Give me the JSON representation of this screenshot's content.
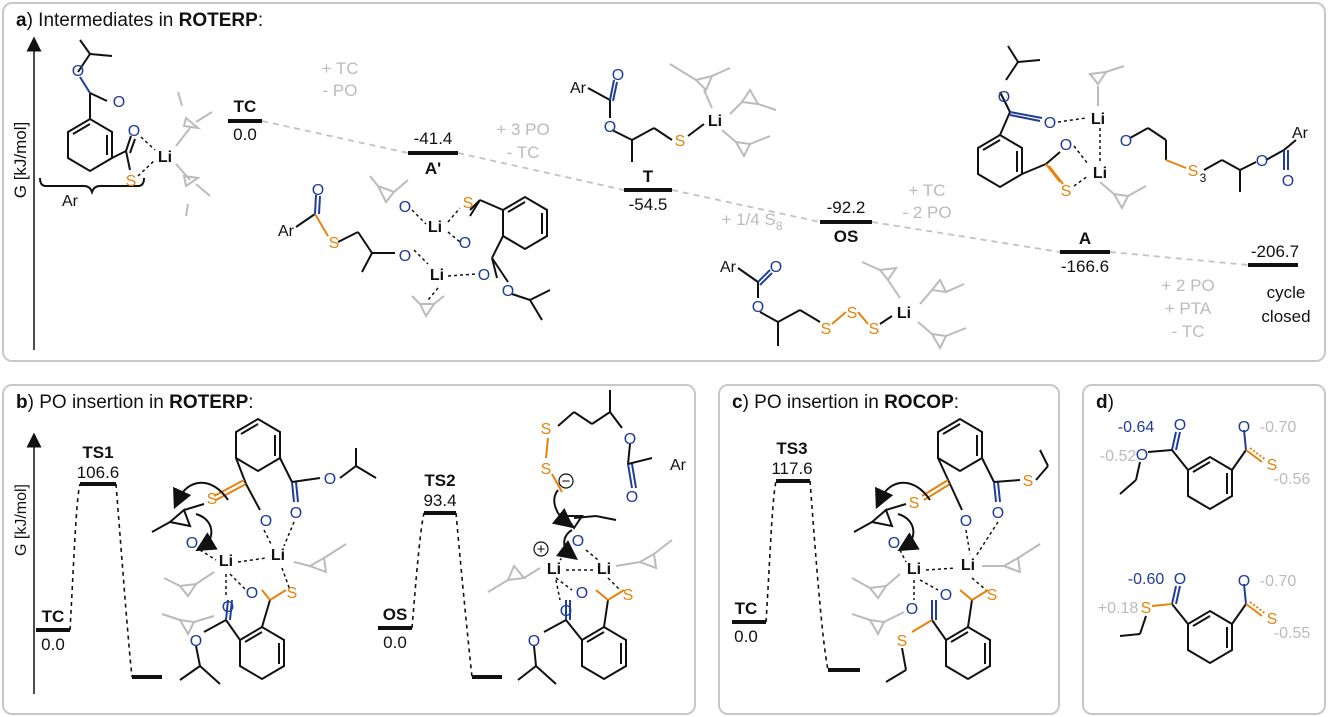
{
  "panels": {
    "a": {
      "letter": "a",
      "text": ") Intermediates in ",
      "bold": "ROTERP",
      "end": ":"
    },
    "b": {
      "letter": "b",
      "text": ") PO insertion in ",
      "bold": "ROTERP",
      "end": ":"
    },
    "c": {
      "letter": "c",
      "text": ") PO insertion in ",
      "bold": "ROCOP",
      "end": ":"
    },
    "d": {
      "letter": "d",
      "text": ")",
      "bold": "",
      "end": ""
    }
  },
  "axis_label": "G [kJ/mol]",
  "colors": {
    "line": "#111111",
    "grey": "#bbbbbb",
    "oxygen": "#1f3d99",
    "sulfur": "#e8820c",
    "dash": "#c2c2c2"
  },
  "profile_a": {
    "levels": [
      {
        "name": "TC",
        "value": "0.0"
      },
      {
        "name": "A'",
        "value": "-41.4"
      },
      {
        "name": "T",
        "value": "-54.5"
      },
      {
        "name": "OS",
        "value": "-92.2"
      },
      {
        "name": "A",
        "value": "-166.6"
      },
      {
        "name": "",
        "value": "-206.7",
        "note1": "cycle",
        "note2": "closed"
      }
    ],
    "steps": [
      {
        "l1": "+ TC",
        "l2": "- PO"
      },
      {
        "l1": "+ 3 PO",
        "l2": "- TC"
      },
      {
        "l1": "+ 1/4 S",
        "sub": "8"
      },
      {
        "l1": "+ TC",
        "l2": "- 2 PO"
      },
      {
        "l1": "+ 2 PO",
        "l2": "+ PTA",
        "l3": "- TC"
      }
    ],
    "struct_labels": {
      "ar": "Ar",
      "li": "Li",
      "o": "O",
      "s": "S",
      "s3": "3"
    }
  },
  "profile_b": {
    "ts1": {
      "name": "TS1",
      "value": "106.6"
    },
    "tc": {
      "name": "TC",
      "value": "0.0"
    },
    "ts2": {
      "name": "TS2",
      "value": "93.4"
    },
    "os": {
      "name": "OS",
      "value": "0.0"
    },
    "plus": "+",
    "minus": "−"
  },
  "profile_c": {
    "ts3": {
      "name": "TS3",
      "value": "117.6"
    },
    "tc": {
      "name": "TC",
      "value": "0.0"
    }
  },
  "charges": {
    "top": {
      "o_dbl": "-0.64",
      "o_ester": "-0.52",
      "o_thio": "-0.70",
      "s_thio": "-0.56"
    },
    "bottom": {
      "o_dbl": "-0.60",
      "s_ester": "+0.18",
      "o_thio": "-0.70",
      "s_thio": "-0.55"
    }
  }
}
